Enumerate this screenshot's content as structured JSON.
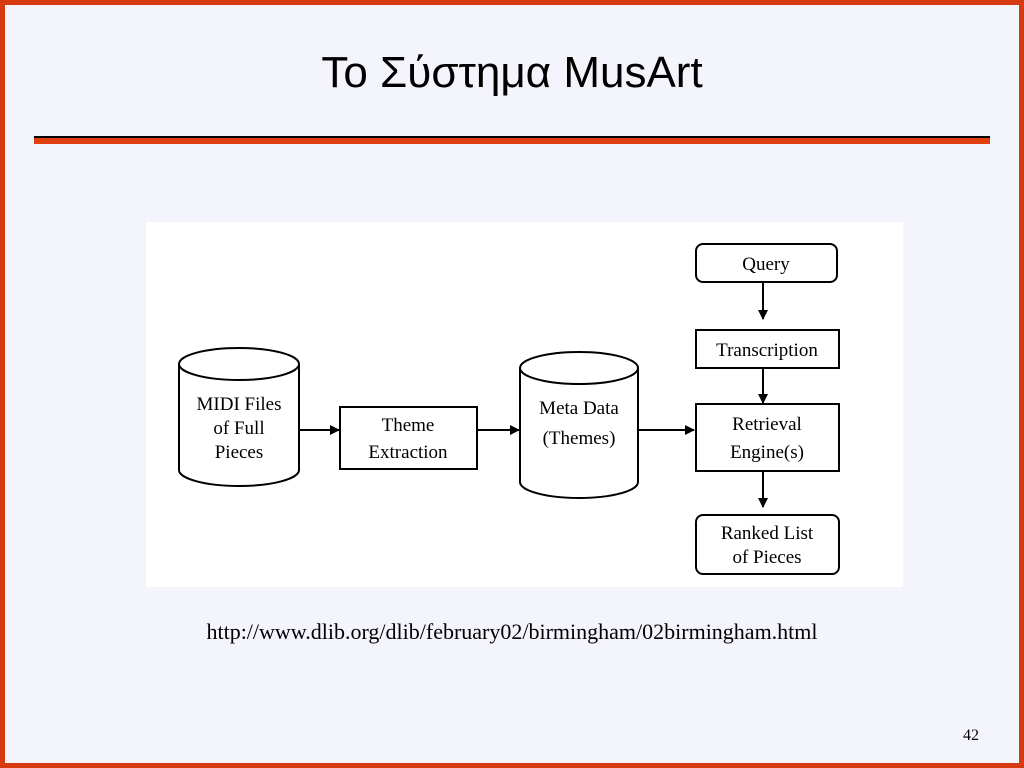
{
  "slide": {
    "title": "Το Σύστημα MusArt",
    "source_url": "http://www.dlib.org/dlib/february02/birmingham/02birmingham.html",
    "page_number": "42"
  },
  "diagram": {
    "midi_files": [
      "MIDI Files",
      "of Full",
      "Pieces"
    ],
    "theme_extraction": [
      "Theme",
      "Extraction"
    ],
    "meta_data": [
      "Meta Data",
      "(Themes)"
    ],
    "query": "Query",
    "transcription": "Transcription",
    "retrieval_engine": [
      "Retrieval",
      "Engine(s)"
    ],
    "ranked_list": [
      "Ranked List",
      "of Pieces"
    ]
  },
  "colors": {
    "frame": "#d63a10",
    "accent_rule": "#e0400f",
    "slide_background": "#f4f4fc"
  }
}
